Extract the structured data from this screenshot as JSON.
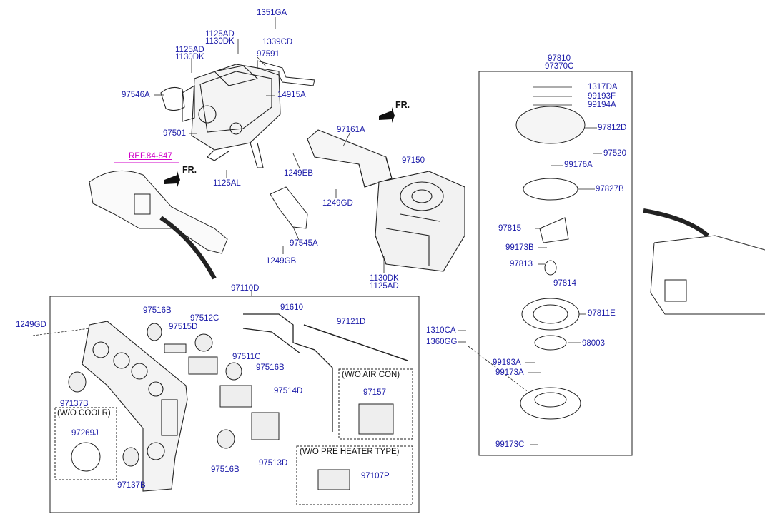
{
  "labels": {
    "p1351GA": "1351GA",
    "p1125AD_a": "1125AD",
    "p1130DK_a": "1130DK",
    "p1339CD": "1339CD",
    "p1125AD_b": "1125AD",
    "p1130DK_b": "1130DK",
    "p97591": "97591",
    "p97546A": "97546A",
    "p14915A": "14915A",
    "p97501": "97501",
    "p97161A": "97161A",
    "pREF": "REF.84-847",
    "pFR1": "FR.",
    "pFR2": "FR.",
    "p1249EB": "1249EB",
    "p97150": "97150",
    "p1125AL": "1125AL",
    "p1249GD_a": "1249GD",
    "p97545A": "97545A",
    "p1249GB": "1249GB",
    "p1130DK_c": "1130DK",
    "p1125AD_c": "1125AD",
    "p97110D": "97110D",
    "p97516B_a": "97516B",
    "p97512C": "97512C",
    "p91610": "91610",
    "p97515D": "97515D",
    "p97121D": "97121D",
    "p1249GD_b": "1249GD",
    "p97511C": "97511C",
    "p97516B_b": "97516B",
    "pWOAIRCON": "(W/O AIR CON)",
    "p97514D": "97514D",
    "p97157": "97157",
    "p97137B_a": "97137B",
    "pWOCOOLR": "(W/O COOLR)",
    "p97269J": "97269J",
    "p97513D": "97513D",
    "pWOPREHEATER": "(W/O PRE HEATER TYPE)",
    "p97516B_c": "97516B",
    "p97137B_b": "97137B",
    "p97107P": "97107P",
    "p97810": "97810",
    "p97370C": "97370C",
    "p1317DA": "1317DA",
    "p99193F": "99193F",
    "p99194A": "99194A",
    "p97812D": "97812D",
    "p97520": "97520",
    "p99176A": "99176A",
    "p97827B": "97827B",
    "p97815": "97815",
    "p99173B": "99173B",
    "p97813": "97813",
    "p97814": "97814",
    "p97811E": "97811E",
    "p1310CA": "1310CA",
    "p1360GG": "1360GG",
    "p98003": "98003",
    "p99193A": "99193A",
    "p99173A": "99173A",
    "p99173C": "99173C"
  },
  "colors": {
    "label": "#1a1aa8",
    "reference": "#d100c8",
    "line": "#222222"
  }
}
